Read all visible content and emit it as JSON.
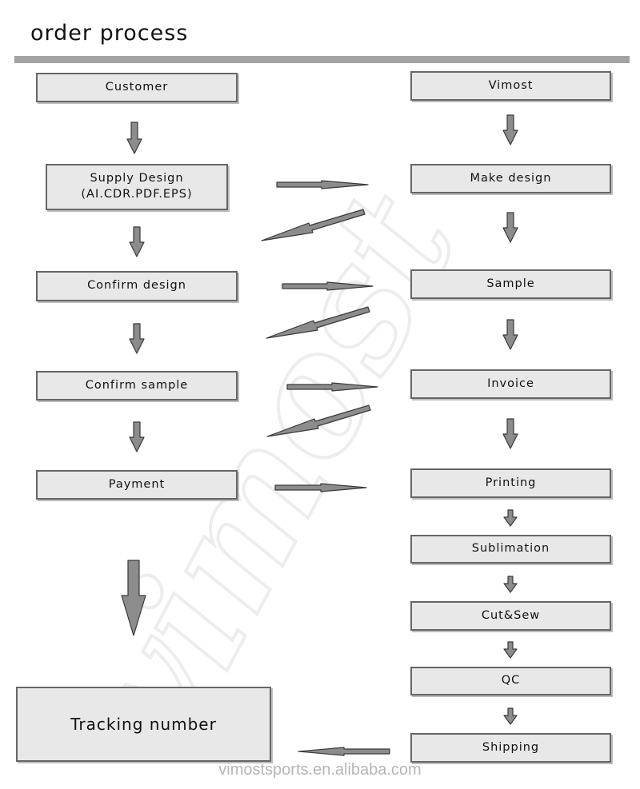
{
  "title": "order process",
  "footer": "vimostsports.en.alibaba.com",
  "watermark": "vimost",
  "colors": {
    "box_fill": "#e8e8e8",
    "box_border": "#666666",
    "arrow": "#8c8c8c",
    "title_bar": "#a3a3a3"
  },
  "nodes": {
    "customer": "Customer",
    "supply_design": "Supply Design\n(AI.CDR.PDF.EPS)",
    "confirm_design": "Confirm design",
    "confirm_sample": "Confirm sample",
    "payment": "Payment",
    "tracking_number": "Tracking number",
    "vimost": "Vimost",
    "make_design": "Make design",
    "sample": "Sample",
    "invoice": "Invoice",
    "printing": "Printing",
    "sublimation": "Sublimation",
    "cut_sew": "Cut&Sew",
    "qc": "QC",
    "shipping": "Shipping"
  }
}
